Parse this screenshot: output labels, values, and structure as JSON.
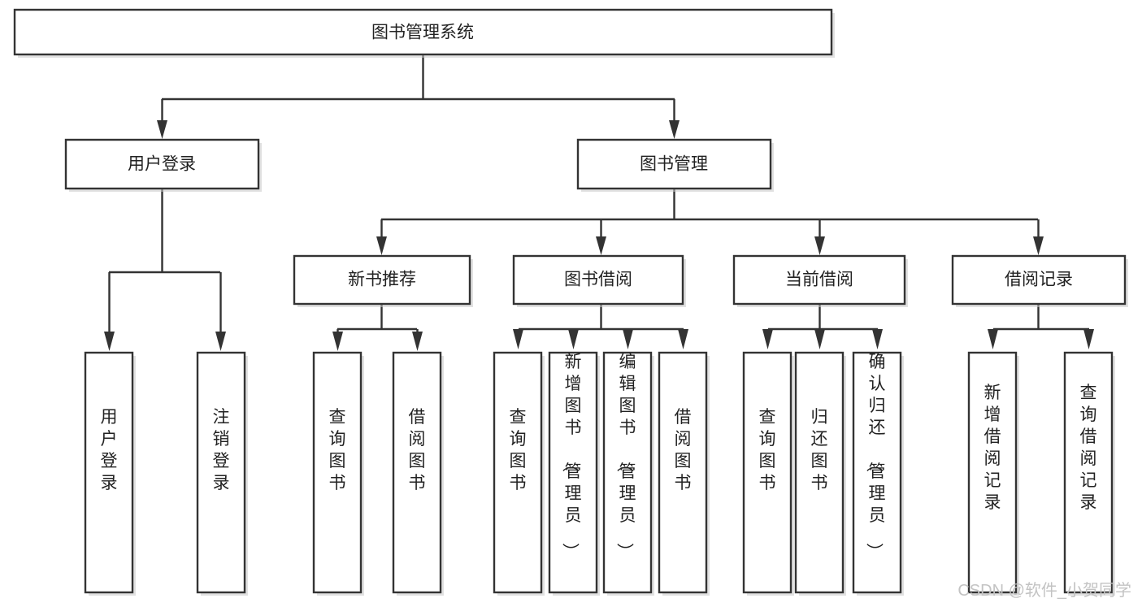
{
  "diagram": {
    "type": "tree-hierarchy",
    "title": "图书管理系统",
    "root": {
      "id": "root",
      "label": "图书管理系统"
    },
    "level2": [
      {
        "id": "user-login",
        "label": "用户登录"
      },
      {
        "id": "book-manage",
        "label": "图书管理"
      }
    ],
    "level3": [
      {
        "id": "new-book-recommend",
        "label": "新书推荐",
        "parent": "book-manage"
      },
      {
        "id": "book-borrow",
        "label": "图书借阅",
        "parent": "book-manage"
      },
      {
        "id": "current-borrow",
        "label": "当前借阅",
        "parent": "book-manage"
      },
      {
        "id": "borrow-record",
        "label": "借阅记录",
        "parent": "book-manage"
      }
    ],
    "leaves": [
      {
        "id": "leaf-user-login",
        "label": "用户登录",
        "parent": "user-login"
      },
      {
        "id": "leaf-user-logout",
        "label": "注销登录",
        "parent": "user-login"
      },
      {
        "id": "leaf-query-book-1",
        "label": "查询图书",
        "parent": "new-book-recommend"
      },
      {
        "id": "leaf-borrow-book-1",
        "label": "借阅图书",
        "parent": "new-book-recommend"
      },
      {
        "id": "leaf-query-book-2",
        "label": "查询图书",
        "parent": "book-borrow"
      },
      {
        "id": "leaf-add-book",
        "label": "新增图书（管理员）",
        "parent": "book-borrow"
      },
      {
        "id": "leaf-edit-book",
        "label": "编辑图书（管理员）",
        "parent": "book-borrow"
      },
      {
        "id": "leaf-borrow-book-2",
        "label": "借阅图书",
        "parent": "book-borrow"
      },
      {
        "id": "leaf-query-book-3",
        "label": "查询图书",
        "parent": "current-borrow"
      },
      {
        "id": "leaf-return-book",
        "label": "归还图书",
        "parent": "current-borrow"
      },
      {
        "id": "leaf-confirm-return",
        "label": "确认归还（管理员）",
        "parent": "current-borrow"
      },
      {
        "id": "leaf-add-record",
        "label": "新增借阅记录",
        "parent": "borrow-record"
      },
      {
        "id": "leaf-query-record",
        "label": "查询借阅记录",
        "parent": "borrow-record"
      }
    ],
    "colors": {
      "box_border": "#333333",
      "box_fill": "#ffffff",
      "connector": "#333333",
      "text": "#222222",
      "background": "#ffffff",
      "watermark": "#c3c3c3"
    }
  },
  "watermark": {
    "text": "CSDN @软件_小贺同学"
  }
}
